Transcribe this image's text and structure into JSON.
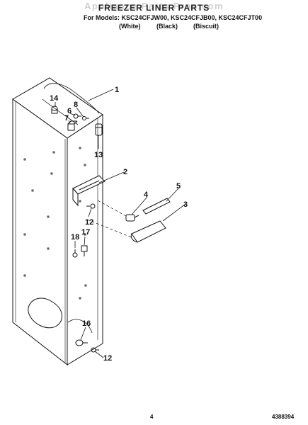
{
  "header": {
    "title": "FREEZER LINER PARTS",
    "watermark": "Appliance Parts Pros.com",
    "models": "For Models: KSC24CFJW00, KSC24CFJB00, KSC24CFJT00",
    "variants": [
      "(White)",
      "(Black)",
      "(Biscuit)"
    ]
  },
  "callouts": [
    "1",
    "2",
    "3",
    "4",
    "5",
    "6",
    "7",
    "8",
    "12",
    "12",
    "13",
    "14",
    "16",
    "17",
    "18"
  ],
  "footer": {
    "page_number": "4",
    "doc_number": "4388394"
  }
}
